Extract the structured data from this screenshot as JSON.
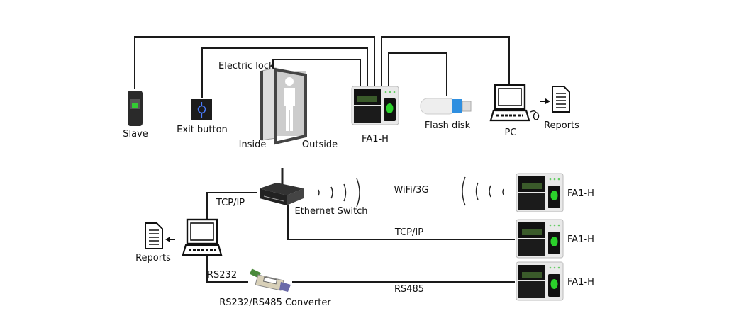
{
  "top": {
    "slave": "Slave",
    "exit_button": "Exit button",
    "electric_lock": "Electric lock",
    "inside": "Inside",
    "outside": "Outside",
    "device": "FA1-H",
    "flash_disk": "Flash disk",
    "pc": "PC",
    "reports": "Reports"
  },
  "bottom": {
    "tcpip_left": "TCP/IP",
    "ethernet_switch": "Ethernet Switch",
    "wifi": "WiFi/3G",
    "tcpip": "TCP/IP",
    "rs485": "RS485",
    "rs232": "RS232",
    "converter": "RS232/RS485 Converter",
    "reports": "Reports",
    "devices": [
      "FA1-H",
      "FA1-H",
      "FA1-H"
    ]
  },
  "colors": {
    "line": "#1a1a1a",
    "fingerprint_glow": "#2bd12b",
    "button_ring": "#4a7cff"
  }
}
